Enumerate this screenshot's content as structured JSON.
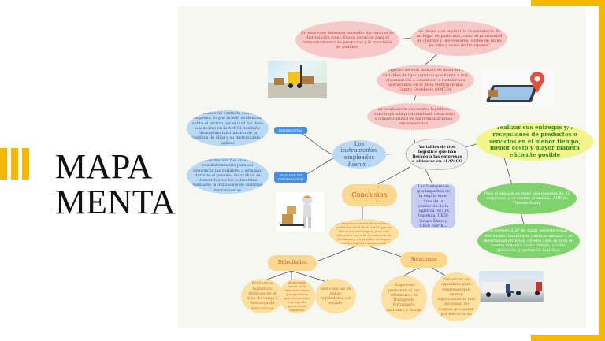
{
  "slide_title": {
    "line1": "MAPA",
    "line2": "MENTA"
  },
  "central": {
    "text": "Variables de tipo logístico que han llevado a las empresas a ubicarse en el AMCO"
  },
  "top_pink": {
    "left": "En este caso debemos entender los centros de distribución como físicos espacios para el almacenamiento de productos y la trascisión de pedidos.",
    "right": "se tienen que evaluar la conveniencia de un lugar en particular, como el proximidad de clientes y proveedores, costes de mano de obra y coste de transporte\"",
    "objective": "el objetivo de este artículo es describir las variables de tipo logístico que llevan a una organización a establecer e instalar sus operaciones en el Área Metropolitana Centro Occidente (AMCO).",
    "location": "La localización de centros logísticos contribuye a la productividad, desarrollo y competitividad de las organizaciones empresariales"
  },
  "right_branch": {
    "headline": "realizar sus entregas y/o recepciones de productos o servicios en el menor tiempo, menor costo y mayor manera eficiente posible",
    "thomas": "Para el análisis se tomó una muestra de 22 empresas, y se realizó el análisis AHP de Thomas Saaty.",
    "ahp": "El método AHP de Saaty permite tomar decisiones, también se generan escalas y se determinan criterios, en este caso se tuvo en cuenta criterios como tiempo, acción, ubicación, y operación logística."
  },
  "instruments": {
    "title": "Los instrumentos empleados fueron :",
    "entrevistas_label": "ENTREVISTAS",
    "analisis_label": "ANALISIS DE INFORMACIÓN",
    "entrevistas_text": "Se estableció contacto con cada empresa, lo que brindó evidencias sobre el motivo por el cual las llevo a ubicarse en la AMCO, también obteniendo información de la logística de ellas y su metodología a aplicar",
    "analisis_text": "La información fue analizada cualitativamente para así identificar las variables a estudiar, durante el proceso de análisis se transcribieron las entrevistas mediante la utilización de distintas herramientas"
  },
  "conclusion": {
    "title": "Conclusion",
    "text": "las empresas fueron desarrollar un ambiente ideal de la AMCO por su ubicación estratégica, pero esta ubicación cerca de la industria de fortalezas y en grandes de mayor parte del logístico buenos AMCO",
    "companies": "Las 5 empresas que impactan en la región en el área de la operación de la logística, AUDA logística, CEDI Grupo Éxito y CEDI NorthL."
  },
  "dificultades": {
    "title": "Dificultades",
    "items": [
      "Problemas logísticos intensos en el área de carga y descarga de mercancías",
      "Al presente existe en la infraestructura que necesaria para desarrollar este tipo de operaciones logísticas",
      "Ineficiencias en zonas reguladoras del estado"
    ]
  },
  "soluciones": {
    "title": "Soluciones",
    "items": [
      "Empresas proponen el uso alternativo de transporte ferroviario, marítimo y fluvial",
      "Encontrar un equilibrio para empresas que operan logísticamente con personas, no tengan que pasar por estructuras"
    ]
  },
  "icons": {
    "warehouse": "warehouse-forklift-image",
    "phone": "phone-map-pin-image",
    "worker": "worker-boxes-image",
    "trucks": "trucks-image"
  }
}
